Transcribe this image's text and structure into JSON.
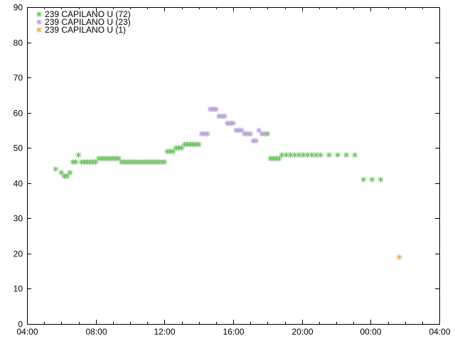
{
  "chart_data": {
    "type": "scatter",
    "title": "",
    "xlabel": "",
    "ylabel": "",
    "x_ticks": [
      "04:00",
      "08:00",
      "12:00",
      "16:00",
      "20:00",
      "00:00",
      "04:00"
    ],
    "x_range_hours": [
      4,
      28
    ],
    "ylim": [
      0,
      90
    ],
    "y_ticks": [
      0,
      10,
      20,
      30,
      40,
      50,
      60,
      70,
      80,
      90
    ],
    "grid": false,
    "legend_position": "top-left",
    "series": [
      {
        "name": "239 CAPILANO U (72)",
        "color": "#6abf5e",
        "points": [
          [
            "05:40",
            44
          ],
          [
            "06:00",
            43
          ],
          [
            "06:10",
            42
          ],
          [
            "06:20",
            42
          ],
          [
            "06:30",
            43
          ],
          [
            "06:40",
            46
          ],
          [
            "06:50",
            46
          ],
          [
            "07:00",
            48
          ],
          [
            "07:10",
            46
          ],
          [
            "07:20",
            46
          ],
          [
            "07:30",
            46
          ],
          [
            "07:40",
            46
          ],
          [
            "07:50",
            46
          ],
          [
            "08:00",
            46
          ],
          [
            "08:10",
            47
          ],
          [
            "08:20",
            47
          ],
          [
            "08:30",
            47
          ],
          [
            "08:40",
            47
          ],
          [
            "08:50",
            47
          ],
          [
            "09:00",
            47
          ],
          [
            "09:10",
            47
          ],
          [
            "09:20",
            47
          ],
          [
            "09:30",
            46
          ],
          [
            "09:40",
            46
          ],
          [
            "09:50",
            46
          ],
          [
            "10:00",
            46
          ],
          [
            "10:10",
            46
          ],
          [
            "10:20",
            46
          ],
          [
            "10:30",
            46
          ],
          [
            "10:40",
            46
          ],
          [
            "10:50",
            46
          ],
          [
            "11:00",
            46
          ],
          [
            "11:10",
            46
          ],
          [
            "11:20",
            46
          ],
          [
            "11:30",
            46
          ],
          [
            "11:40",
            46
          ],
          [
            "11:50",
            46
          ],
          [
            "12:00",
            46
          ],
          [
            "12:10",
            49
          ],
          [
            "12:20",
            49
          ],
          [
            "12:30",
            49
          ],
          [
            "12:40",
            50
          ],
          [
            "12:50",
            50
          ],
          [
            "13:00",
            50
          ],
          [
            "13:10",
            51
          ],
          [
            "13:20",
            51
          ],
          [
            "13:30",
            51
          ],
          [
            "13:40",
            51
          ],
          [
            "13:50",
            51
          ],
          [
            "14:00",
            51
          ],
          [
            "18:00",
            54
          ],
          [
            "18:10",
            47
          ],
          [
            "18:20",
            47
          ],
          [
            "18:30",
            47
          ],
          [
            "18:40",
            47
          ],
          [
            "18:50",
            48
          ],
          [
            "19:05",
            48
          ],
          [
            "19:20",
            48
          ],
          [
            "19:35",
            48
          ],
          [
            "19:50",
            48
          ],
          [
            "20:05",
            48
          ],
          [
            "20:20",
            48
          ],
          [
            "20:35",
            48
          ],
          [
            "20:50",
            48
          ],
          [
            "21:05",
            48
          ],
          [
            "21:35",
            48
          ],
          [
            "22:05",
            48
          ],
          [
            "22:35",
            48
          ],
          [
            "23:05",
            48
          ],
          [
            "23:35",
            41
          ],
          [
            "24:05",
            41
          ],
          [
            "24:35",
            41
          ]
        ]
      },
      {
        "name": "239 CAPILANO U (23)",
        "color": "#b39bd6",
        "points": [
          [
            "14:10",
            54
          ],
          [
            "14:20",
            54
          ],
          [
            "14:30",
            54
          ],
          [
            "14:40",
            61
          ],
          [
            "14:50",
            61
          ],
          [
            "15:00",
            61
          ],
          [
            "15:10",
            59
          ],
          [
            "15:20",
            59
          ],
          [
            "15:30",
            59
          ],
          [
            "15:40",
            57
          ],
          [
            "15:50",
            57
          ],
          [
            "16:00",
            57
          ],
          [
            "16:10",
            55
          ],
          [
            "16:20",
            55
          ],
          [
            "16:30",
            55
          ],
          [
            "16:40",
            54
          ],
          [
            "16:50",
            54
          ],
          [
            "17:00",
            54
          ],
          [
            "17:10",
            52
          ],
          [
            "17:20",
            52
          ],
          [
            "17:30",
            55
          ],
          [
            "17:40",
            54
          ],
          [
            "17:50",
            54
          ]
        ]
      },
      {
        "name": "239 CAPILANO U (1)",
        "color": "#f0a64a",
        "points": [
          [
            "25:40",
            19
          ]
        ]
      }
    ]
  }
}
